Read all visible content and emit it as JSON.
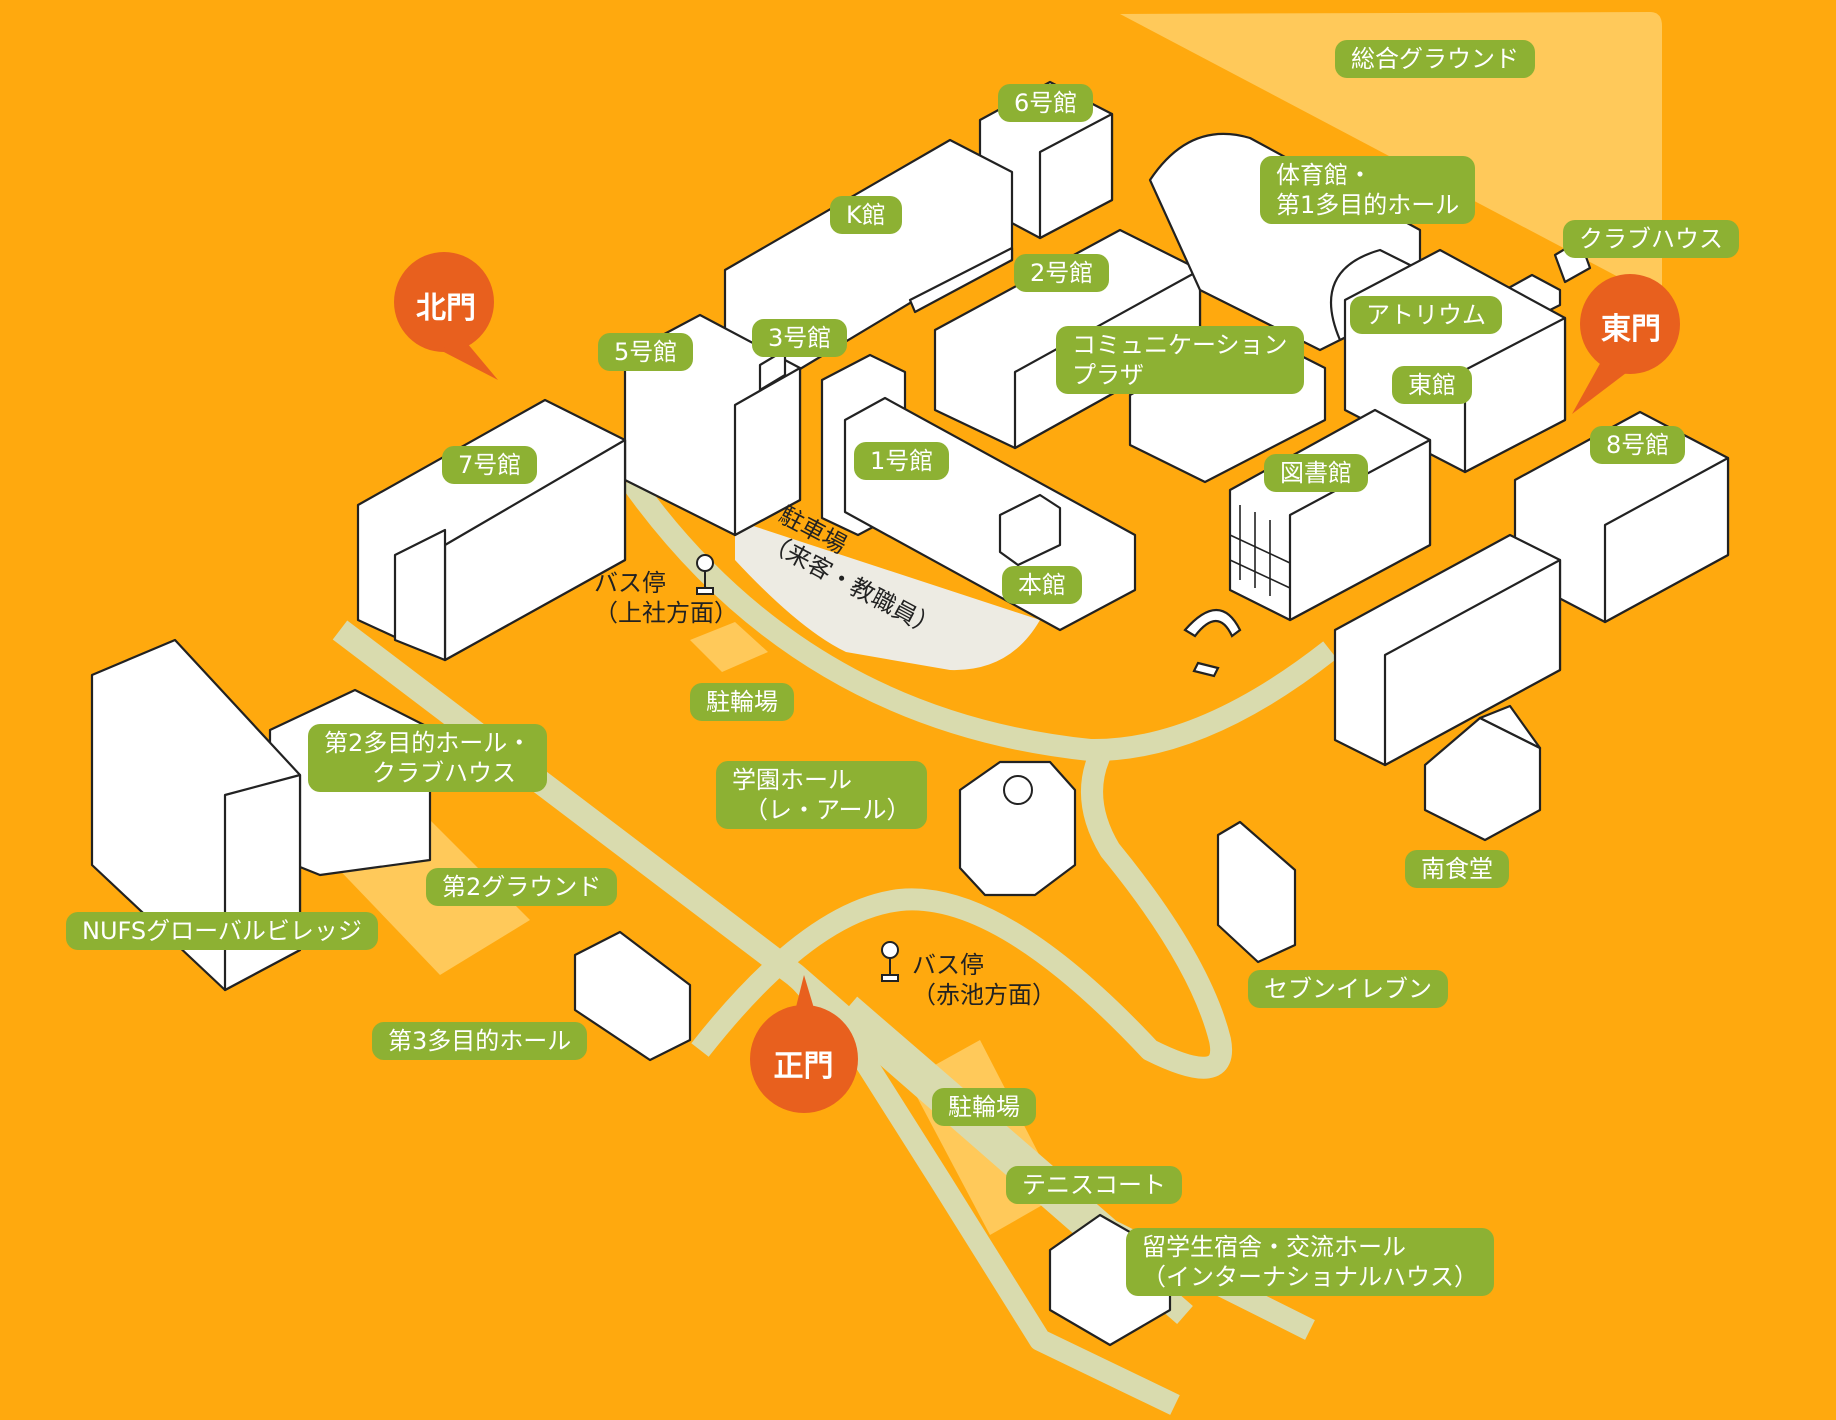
{
  "colors": {
    "background": "#FFA90E",
    "label": "#8DB133",
    "gate": "#E8601E",
    "road": "#D9DBAE",
    "field": "#FFC95A",
    "parking": "#EDEBE3",
    "building": "#FFFFFF"
  },
  "gates": {
    "north": "北門",
    "east": "東門",
    "main": "正門"
  },
  "labels": {
    "ground_main": "総合グラウンド",
    "b6": "6号館",
    "gym": "体育館・\n第1多目的ホール",
    "kkan": "K館",
    "b2": "2号館",
    "clubhouse": "クラブハウス",
    "atrium": "アトリウム",
    "b5": "5号館",
    "b3": "3号館",
    "comm_plaza": "コミュニケーション\nプラザ",
    "east_bldg": "東館",
    "b8": "8号館",
    "b7": "7号館",
    "b1": "1号館",
    "library": "図書館",
    "honkan": "本館",
    "bicycle_north": "駐輪場",
    "hall2": "第2多目的ホール・\n　　クラブハウス",
    "gakuen_hall": "学園ホール\n　（レ・アール）",
    "ground2": "第2グラウンド",
    "global_village": "NUFSグローバルビレッジ",
    "south_cafeteria": "南食堂",
    "seven_eleven": "セブンイレブン",
    "hall3": "第3多目的ホール",
    "bicycle_south": "駐輪場",
    "tennis": "テニスコート",
    "intl_house": "留学生宿舎・交流ホール\n（インターナショナルハウス）"
  },
  "annotations": {
    "parking": "駐車場\n（来客・教職員）",
    "bus_north": "バス停\n（上社方面）",
    "bus_south": "バス停\n（赤池方面）"
  }
}
